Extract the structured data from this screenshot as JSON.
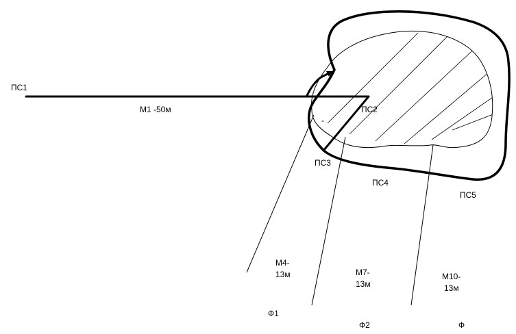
{
  "labels": {
    "ps1": "ПС1",
    "ps2": "ПС2",
    "ps3": "ПС3",
    "ps4": "ПС4",
    "ps5": "ПС5",
    "m1": "М1 -50м",
    "m4_line1": "М4-",
    "m4_line2": "13м",
    "m7_line1": "М7-",
    "m7_line2": "13м",
    "m10_line1": "М10-",
    "m10_line2": "13м",
    "f1": "Ф1",
    "f2": "Ф2",
    "f3": "Ф",
    "small_mark": "-"
  },
  "colors": {
    "stroke": "#000000",
    "background": "#ffffff"
  }
}
